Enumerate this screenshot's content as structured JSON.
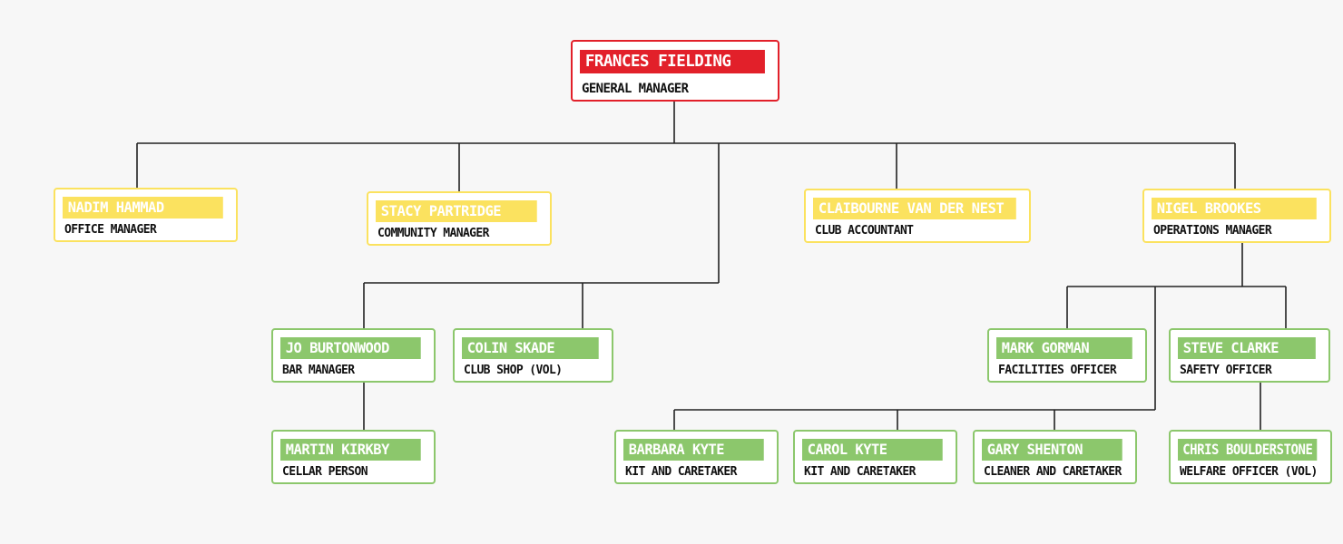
{
  "colors": {
    "red": "#e2202a",
    "yellow": "#fbe25f",
    "green": "#8cc76c",
    "line": "#222222"
  },
  "nodes": [
    {
      "id": "frances",
      "name": "FRANCES FIELDING",
      "role": "GENERAL MANAGER",
      "level": "red"
    },
    {
      "id": "nadim",
      "name": "NADIM HAMMAD",
      "role": "OFFICE MANAGER",
      "level": "yellow"
    },
    {
      "id": "stacy",
      "name": "STACY PARTRIDGE",
      "role": "COMMUNITY MANAGER",
      "level": "yellow"
    },
    {
      "id": "claibourne",
      "name": "CLAIBOURNE VAN DER NEST",
      "role": "CLUB ACCOUNTANT",
      "level": "yellow"
    },
    {
      "id": "nigel",
      "name": "NIGEL BROOKES",
      "role": "OPERATIONS MANAGER",
      "level": "yellow"
    },
    {
      "id": "jo",
      "name": "JO BURTONWOOD",
      "role": "BAR MANAGER",
      "level": "green"
    },
    {
      "id": "colin",
      "name": "COLIN SKADE",
      "role": "CLUB SHOP (VOL)",
      "level": "green"
    },
    {
      "id": "martin",
      "name": "MARTIN KIRKBY",
      "role": "CELLAR PERSON",
      "level": "green"
    },
    {
      "id": "mark",
      "name": "MARK GORMAN",
      "role": "FACILITIES OFFICER",
      "level": "green"
    },
    {
      "id": "steve",
      "name": "STEVE CLARKE",
      "role": "SAFETY OFFICER",
      "level": "green"
    },
    {
      "id": "barbara",
      "name": "BARBARA KYTE",
      "role": "KIT AND CARETAKER",
      "level": "green"
    },
    {
      "id": "carol",
      "name": "CAROL KYTE",
      "role": "KIT AND CARETAKER",
      "level": "green"
    },
    {
      "id": "gary",
      "name": "GARY SHENTON",
      "role": "CLEANER AND CARETAKER",
      "level": "green"
    },
    {
      "id": "chris",
      "name": "CHRIS BOULDERSTONE",
      "role": "WELFARE OFFICER (VOL)",
      "level": "green"
    }
  ],
  "edges": [
    {
      "from": "frances",
      "to": "nadim"
    },
    {
      "from": "frances",
      "to": "stacy"
    },
    {
      "from": "frances",
      "to": "claibourne"
    },
    {
      "from": "frances",
      "to": "nigel"
    },
    {
      "from": "frances",
      "to": "jo"
    },
    {
      "from": "frances",
      "to": "colin"
    },
    {
      "from": "jo",
      "to": "martin"
    },
    {
      "from": "nigel",
      "to": "mark"
    },
    {
      "from": "nigel",
      "to": "steve"
    },
    {
      "from": "nigel",
      "to": "barbara"
    },
    {
      "from": "nigel",
      "to": "carol"
    },
    {
      "from": "nigel",
      "to": "gary"
    },
    {
      "from": "steve",
      "to": "chris"
    }
  ]
}
